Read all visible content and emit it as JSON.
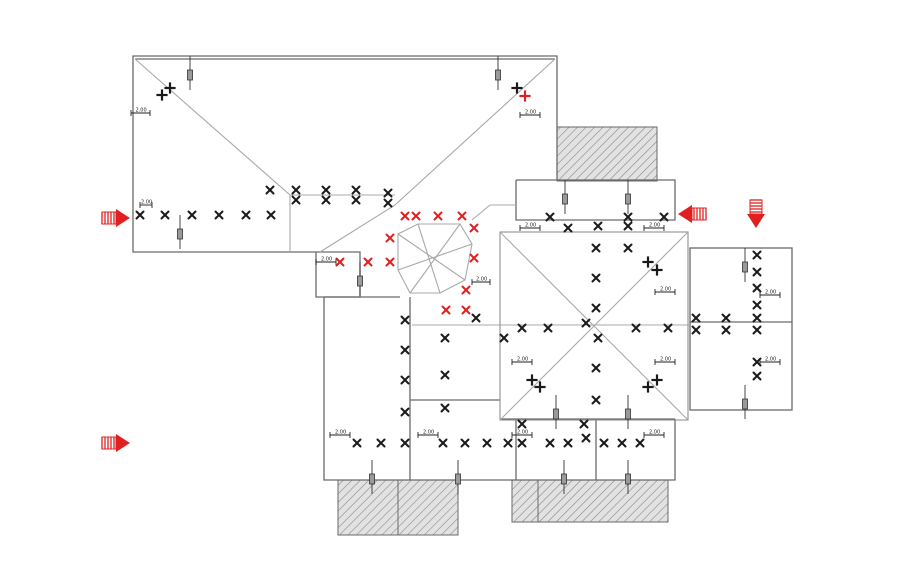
{
  "plan": {
    "dimension_label": "2.00",
    "mark_color_default": "#1a1a1a",
    "mark_color_highlight": "#e02020",
    "arrow_color": "#e02020",
    "hatch_color": "#8a8a8a",
    "wall_color": "#6a6a6a"
  },
  "arrows": [
    {
      "name": "left-upper",
      "direction": "right"
    },
    {
      "name": "left-lower",
      "direction": "right"
    },
    {
      "name": "center-right",
      "direction": "left"
    },
    {
      "name": "east-top",
      "direction": "down"
    }
  ]
}
